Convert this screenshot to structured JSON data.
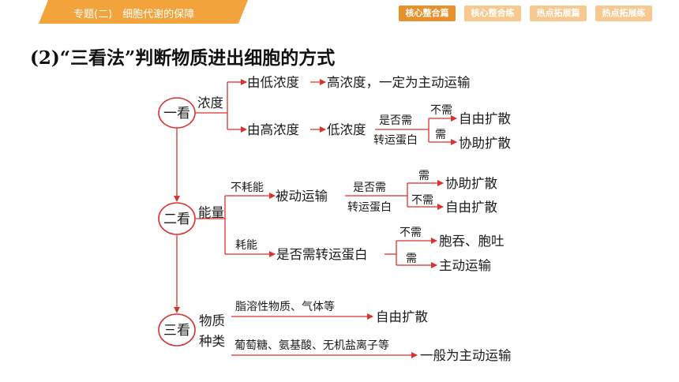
{
  "header": {
    "title": "专题(二)　细胞代谢的保障",
    "tabs": [
      {
        "label": "核心整合篇",
        "active": true
      },
      {
        "label": "核心整合练",
        "active": false
      },
      {
        "label": "热点拓展篇",
        "active": false
      },
      {
        "label": "热点拓展练",
        "active": false
      }
    ]
  },
  "heading": "(2)“三看法”判断物质进出细胞的方式",
  "colors": {
    "accent": "#f2a33b",
    "arrow": "#d9322f",
    "text": "#1a1a1a"
  },
  "diagram": {
    "look1": {
      "circle": "一看",
      "factor": "浓度",
      "low_to_high": "由低浓度",
      "high_conc": "高浓度，一定为主动运输",
      "high_to_low": "由高浓度",
      "low_conc": "低浓度",
      "carrier_top": "是否需",
      "carrier_bottom": "转运蛋白",
      "no_need": "不需",
      "free_diffusion": "自由扩散",
      "need": "需",
      "facilitated_diffusion": "协助扩散"
    },
    "look2": {
      "circle": "二看",
      "factor": "能量",
      "no_energy": "不耗能",
      "passive": "被动运输",
      "carrier_top": "是否需",
      "carrier_bottom": "转运蛋白",
      "need": "需",
      "facilitated_diffusion": "协助扩散",
      "no_need": "不需",
      "free_diffusion": "自由扩散",
      "energy": "耗能",
      "need_carrier_q": "是否需转运蛋白",
      "no_need2": "不需",
      "endo_exo": "胞吞、胞吐",
      "need2": "需",
      "active": "主动运输"
    },
    "look3": {
      "circle": "三看",
      "factor_top": "物质",
      "factor_bottom": "种类",
      "lipid": "脂溶性物质、气体等",
      "free_diffusion": "自由扩散",
      "glucose": "葡萄糖、氨基酸、无机盐离子等",
      "active_general": "一般为主动运输"
    }
  }
}
